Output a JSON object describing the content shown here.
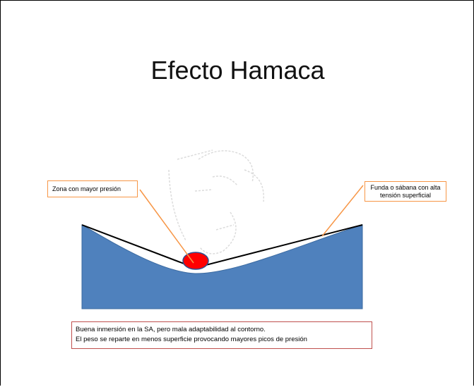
{
  "slide": {
    "title": "Efecto Hamaca"
  },
  "callouts": {
    "pressure_zone": "Zona con mayor presión",
    "cover_sheet": "Funda o sábana con alta tensión superficial"
  },
  "caption": {
    "line1": "Buena inmersión en la SA, pero mala adaptabilidad al contorno.",
    "line2": "El peso se reparte en menos superficie provocando mayores picos de presión"
  },
  "colors": {
    "mattress_fill": "#4f81bd",
    "pressure_point": "#ff0000",
    "callout_border": "#f79646",
    "caption_border": "#c0504d"
  }
}
